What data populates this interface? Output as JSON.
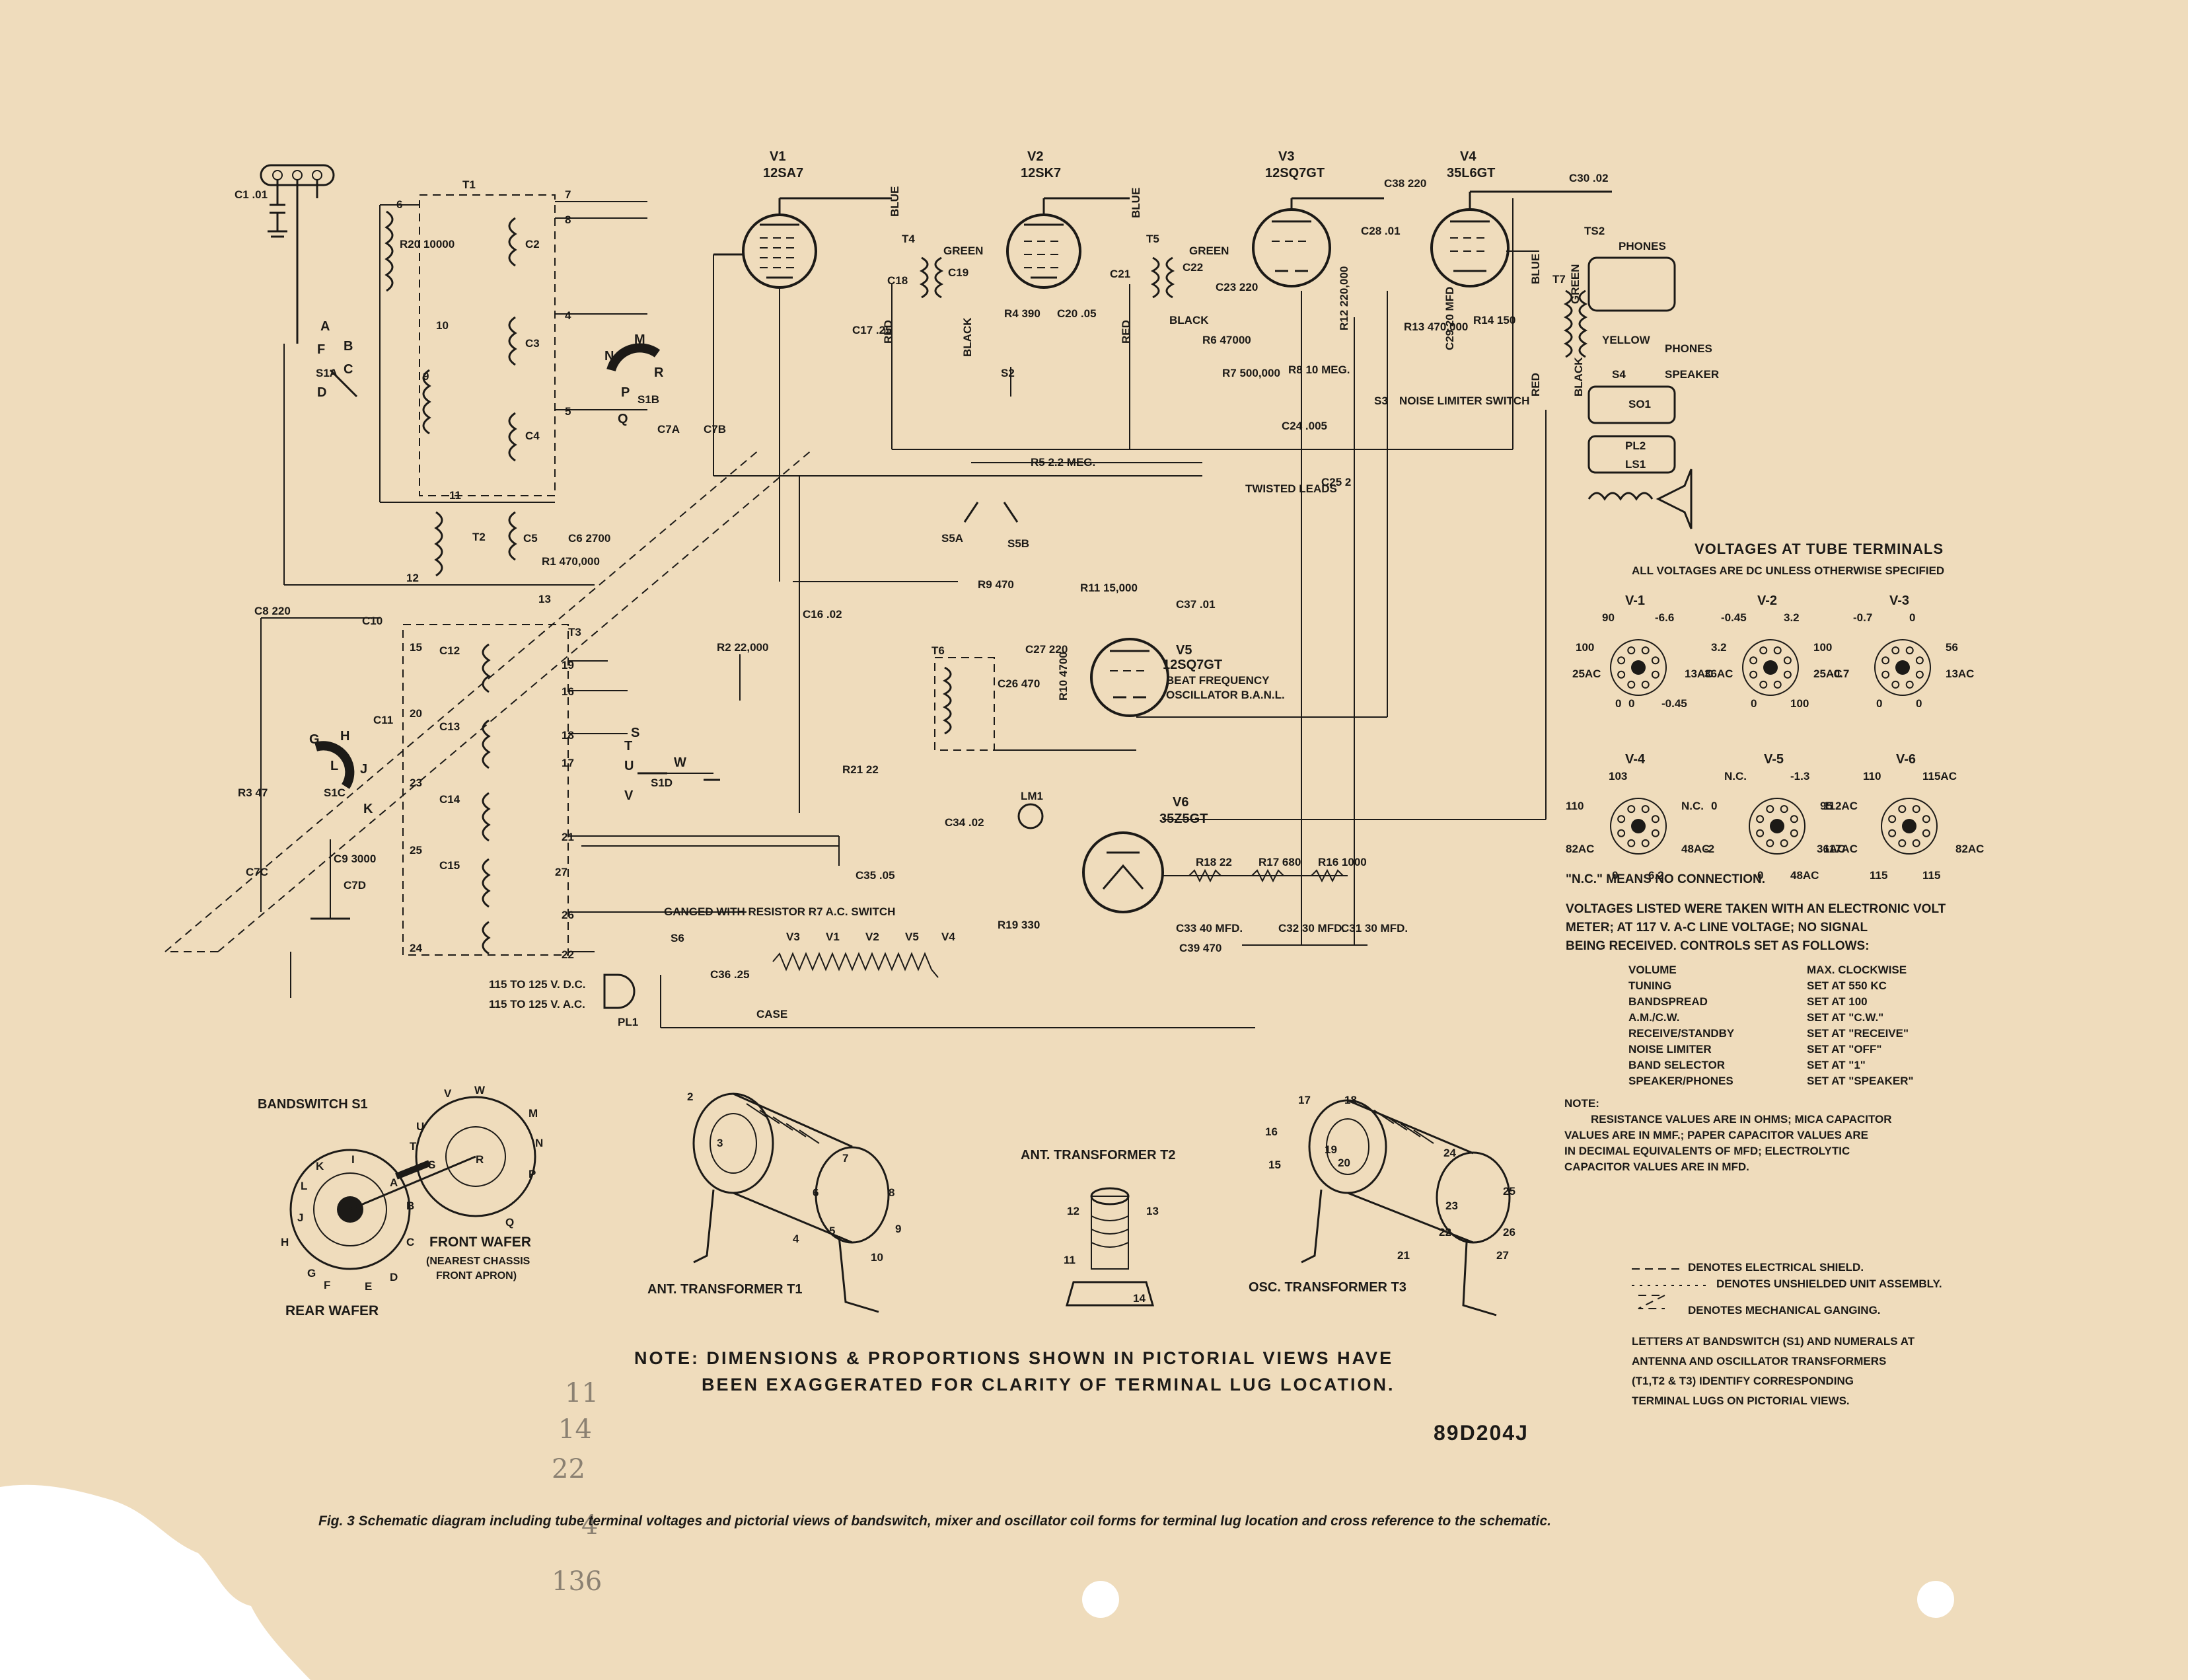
{
  "tubes": [
    {
      "ref": "V1",
      "type": "12SA7"
    },
    {
      "ref": "V2",
      "type": "12SK7"
    },
    {
      "ref": "V3",
      "type": "12SQ7GT"
    },
    {
      "ref": "V4",
      "type": "35L6GT"
    },
    {
      "ref": "V5",
      "type": "12SQ7GT",
      "desc1": "BEAT FREQUENCY",
      "desc2": "OSCILLATOR B.A.N.L."
    },
    {
      "ref": "V6",
      "type": "35Z5GT"
    }
  ],
  "schematic_labels": {
    "t1": "T1",
    "t2": "T2",
    "t3": "T3",
    "t4": "T4",
    "t5": "T5",
    "t6": "T6",
    "t7": "T7",
    "ts2": "TS2",
    "phones": "PHONES",
    "speaker": "SPEAKER",
    "so1": "SO1",
    "pl2": "PL2",
    "ls1": "LS1",
    "twisted_leads": "TWISTED LEADS",
    "noise_limiter": "NOISE LIMITER SWITCH",
    "ganged": "GANGED WITH RESISTOR R7 A.C. SWITCH",
    "case": "CASE",
    "dc_line": "115 TO 125 V. D.C.",
    "ac_line": "115 TO 125 V. A.C.",
    "pl1": "PL1",
    "lm1": "LM1",
    "r5": "R5 2.2 MEG.",
    "r2": "R2 22,000",
    "r21": "R21 22",
    "r3": "R3 47",
    "r9": "R9 470",
    "r11": "R11 15,000",
    "r1": "R1 470,000",
    "c6": "C6 2700",
    "c8": "C8 220",
    "c9": "C9 3000",
    "c16": "C16 .02",
    "c35": "C35 .05",
    "c34": "C34 .02",
    "c39": "C39 470",
    "c33": "C33 40 MFD.",
    "c32": "C32 30 MFD.",
    "c31": "C31 30 MFD.",
    "r17": "R17 680",
    "r16": "R16 1000",
    "r18": "R18 22",
    "r19": "R19 330",
    "c30": "C30 .02",
    "c38": "C38 220",
    "c28": "C28 .01",
    "r12": "R12 220,000",
    "r13": "R13 470,000",
    "r14": "R14 150",
    "c29": "C29 20 MFD",
    "r8": "R8 10 MEG.",
    "r7": "R7 500,000",
    "c24": "C24 .005",
    "c25": "C25 2",
    "r6": "R6 47000",
    "c22": "C22",
    "c23": "C23 220",
    "c37": "C37 .01",
    "c27": "C27 220",
    "c26": "C26 470",
    "r10": "R10 4700",
    "r4": "R4 390",
    "c20": "C20 .05",
    "c17": "C17 .25",
    "c18": "C18",
    "c19": "C19",
    "c21": "C21",
    "c1": "C1 .01",
    "c36": "C36 .25",
    "r20": "R20 10000",
    "s1a": "S1A",
    "s1b": "S1B",
    "s1c": "S1C",
    "s1d": "S1D",
    "s2": "S2",
    "s3": "S3",
    "s4": "S4",
    "s5a": "S5A",
    "s5b": "S5B",
    "s6": "S6",
    "c7a": "C7A",
    "c7b": "C7B",
    "c7c": "C7C",
    "c7d": "C7D",
    "c10": "C10",
    "c11": "C11",
    "c12": "C12",
    "c13": "C13",
    "c14": "C14",
    "c15": "C15",
    "c2": "C2",
    "c3": "C3",
    "c4": "C4",
    "c5": "C5",
    "colors": {
      "blue": "BLUE",
      "green": "GREEN",
      "red": "RED",
      "black": "BLACK",
      "yellow": "YELLOW"
    },
    "heater_chain": [
      "V3",
      "V1",
      "V2",
      "V5",
      "V4"
    ]
  },
  "voltages": {
    "title": "VOLTAGES AT TUBE TERMINALS",
    "subtitle": "ALL VOLTAGES ARE DC UNLESS OTHERWISE SPECIFIED",
    "sockets": [
      {
        "name": "V-1",
        "labels": [
          "90",
          "-6.6",
          "100",
          "13AC",
          "25AC",
          "0",
          "-0.45",
          "0"
        ]
      },
      {
        "name": "V-2",
        "labels": [
          "-0.45",
          "3.2",
          "3.2",
          "100",
          "36AC",
          "25AC",
          "0",
          "100"
        ]
      },
      {
        "name": "V-3",
        "labels": [
          "-0.7",
          "0",
          "-0.7",
          "56",
          "0",
          "13AC",
          "0"
        ]
      },
      {
        "name": "V-4",
        "labels": [
          "103",
          "110",
          "N.C.",
          "82AC",
          "48AC",
          "0",
          "6.2"
        ]
      },
      {
        "name": "V-5",
        "labels": [
          "N.C.",
          "-1.3",
          "0",
          "95",
          "-2",
          "36AC",
          "0",
          "48AC"
        ]
      },
      {
        "name": "V-6",
        "labels": [
          "110",
          "115AC",
          "112AC",
          "117AC",
          "82AC",
          "115",
          "115"
        ]
      }
    ],
    "nc_note": "\"N.C.\" MEANS NO CONNECTION.",
    "measured_1": "VOLTAGES LISTED WERE TAKEN WITH AN ELECTRONIC VOLT",
    "measured_2": "METER; AT 117 V. A-C LINE VOLTAGE; NO SIGNAL",
    "measured_3": "BEING RECEIVED. CONTROLS SET AS FOLLOWS:",
    "controls": [
      {
        "control": "VOLUME",
        "setting": "MAX. CLOCKWISE"
      },
      {
        "control": "TUNING",
        "setting": "SET AT 550 KC"
      },
      {
        "control": "BANDSPREAD",
        "setting": "SET AT 100"
      },
      {
        "control": "A.M./C.W.",
        "setting": "SET AT \"C.W.\""
      },
      {
        "control": "RECEIVE/STANDBY",
        "setting": "SET AT \"RECEIVE\""
      },
      {
        "control": "NOISE LIMITER",
        "setting": "SET AT \"OFF\""
      },
      {
        "control": "BAND SELECTOR",
        "setting": "SET AT \"1\""
      },
      {
        "control": "SPEAKER/PHONES",
        "setting": "SET AT \"SPEAKER\""
      }
    ]
  },
  "notes": {
    "head": "NOTE:",
    "lines": [
      "RESISTANCE VALUES ARE IN OHMS; MICA CAPACITOR",
      "VALUES ARE IN MMF.; PAPER CAPACITOR VALUES ARE",
      "IN DECIMAL EQUIVALENTS OF MFD; ELECTROLYTIC",
      "CAPACITOR VALUES ARE IN MFD."
    ]
  },
  "legend": {
    "shield": "DENOTES ELECTRICAL SHIELD.",
    "unshielded": "DENOTES UNSHIELDED UNIT ASSEMBLY.",
    "ganging": "DENOTES MECHANICAL GANGING.",
    "letters": [
      "LETTERS AT BANDSWITCH (S1) AND NUMERALS AT",
      "ANTENNA AND OSCILLATOR TRANSFORMERS",
      "(T1,T2 & T3) IDENTIFY CORRESPONDING",
      "TERMINAL LUGS ON PICTORIAL VIEWS."
    ]
  },
  "pictorials": {
    "bandswitch": "BANDSWITCH S1",
    "front_wafer": "FRONT WAFER",
    "front_wafer_sub1": "(NEAREST CHASSIS",
    "front_wafer_sub2": "FRONT APRON)",
    "rear_wafer": "REAR WAFER",
    "ant_t1": "ANT. TRANSFORMER T1",
    "ant_t2": "ANT. TRANSFORMER T2",
    "osc_t3": "OSC. TRANSFORMER T3"
  },
  "dim_note_1": "NOTE: DIMENSIONS & PROPORTIONS SHOWN IN PICTORIAL VIEWS HAVE",
  "dim_note_2": "BEEN EXAGGERATED FOR CLARITY OF TERMINAL LUG LOCATION.",
  "drawing_number": "89D204J",
  "handwriting": [
    "11",
    "14",
    "22",
    "4",
    "136"
  ],
  "caption": "Fig. 3   Schematic diagram including tube terminal voltages and pictorial views of bandswitch, mixer and oscillator coil forms for terminal lug location and cross reference to the schematic."
}
